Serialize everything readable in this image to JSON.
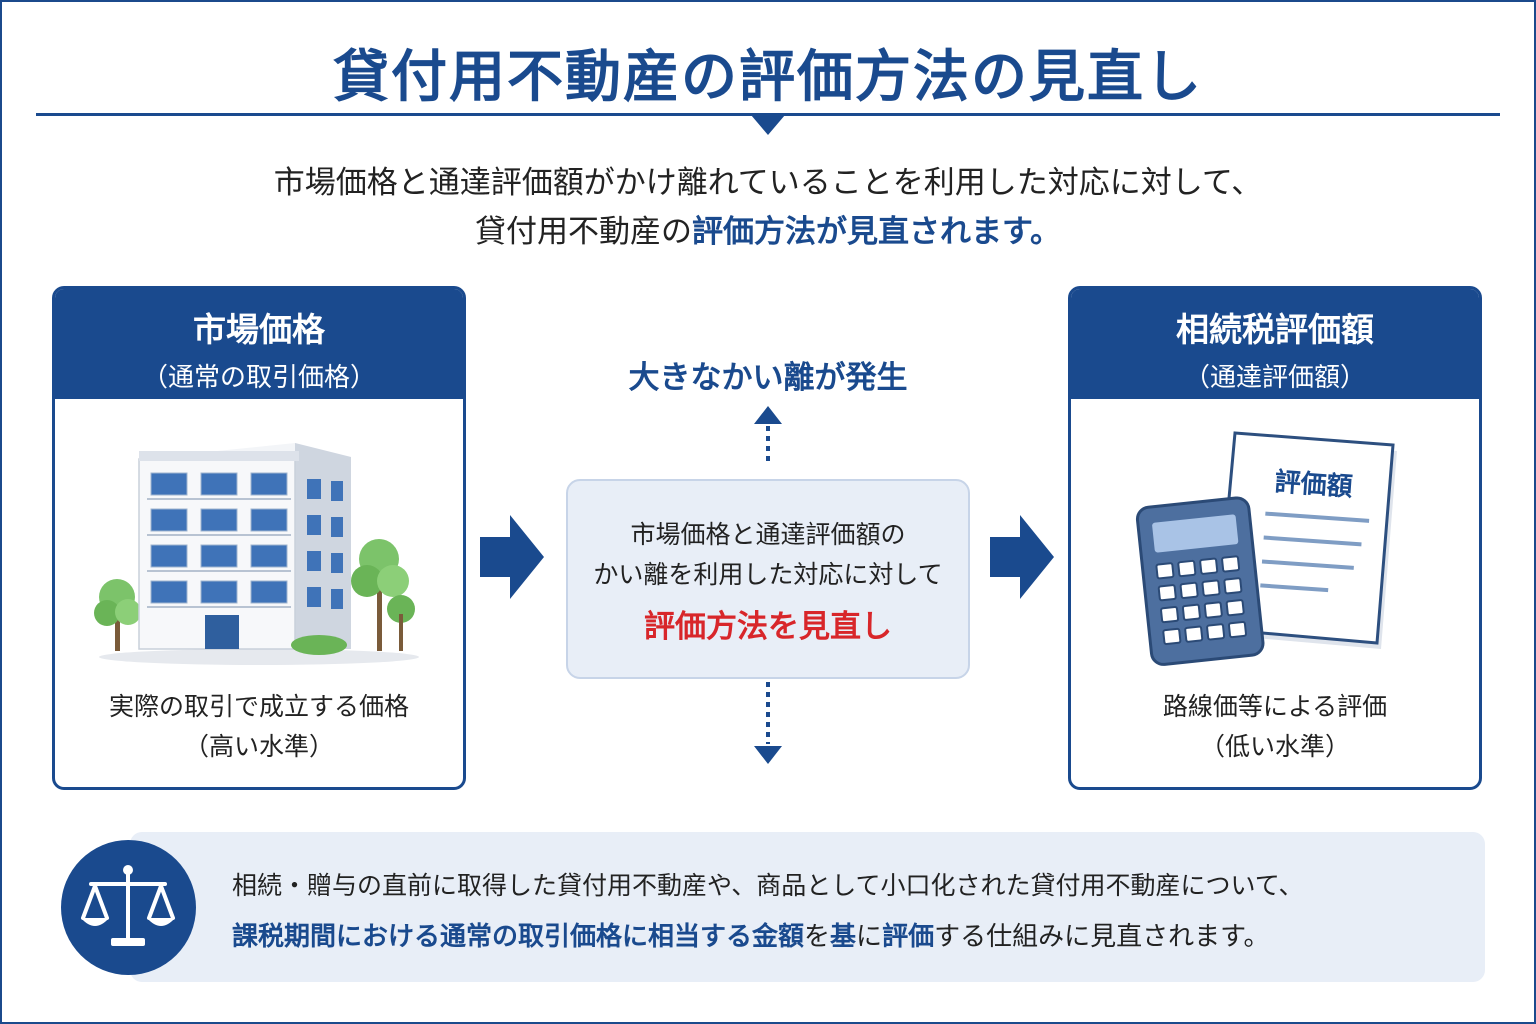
{
  "title": "貸付用不動産の評価方法の見直し",
  "lead": {
    "line1": "市場価格と通達評価額がかけ離れていることを利用した対応に対して、",
    "line2_prefix": "貸付用不動産の",
    "line2_highlight": "評価方法が見直されます",
    "line2_suffix": "。"
  },
  "left_card": {
    "title": "市場価格",
    "subtitle": "（通常の取引価格）",
    "desc1": "実際の取引で成立する価格",
    "desc2": "（高い水準）"
  },
  "right_card": {
    "title": "相続税評価額",
    "subtitle": "（通達評価額）",
    "doc_label": "評価額",
    "desc1": "路線価等による評価",
    "desc2": "（低い水準）"
  },
  "center": {
    "gap_label": "大きなかい離が発生",
    "line1": "市場価格と通達評価額の",
    "line2": "かい離を利用した対応に対して",
    "emphasis": "評価方法を見直し"
  },
  "bottom": {
    "line1": "相続・贈与の直前に取得した貸付用不動産や、商品として小口化された貸付用不動産について、",
    "line2_hl1": "課税期間における通常の取引価格に相当する金額",
    "line2_mid": "を",
    "line2_hl2": "基",
    "line2_mid2": "に",
    "line2_hl3": "評価",
    "line2_suffix": "する仕組みに見直されます。"
  },
  "colors": {
    "primary": "#1a4a8e",
    "accent_red": "#d8262a",
    "panel_bg": "#e8eef7"
  },
  "icons": [
    "building-icon",
    "calculator-icon",
    "document-icon",
    "scale-icon",
    "arrow-right-icon"
  ]
}
